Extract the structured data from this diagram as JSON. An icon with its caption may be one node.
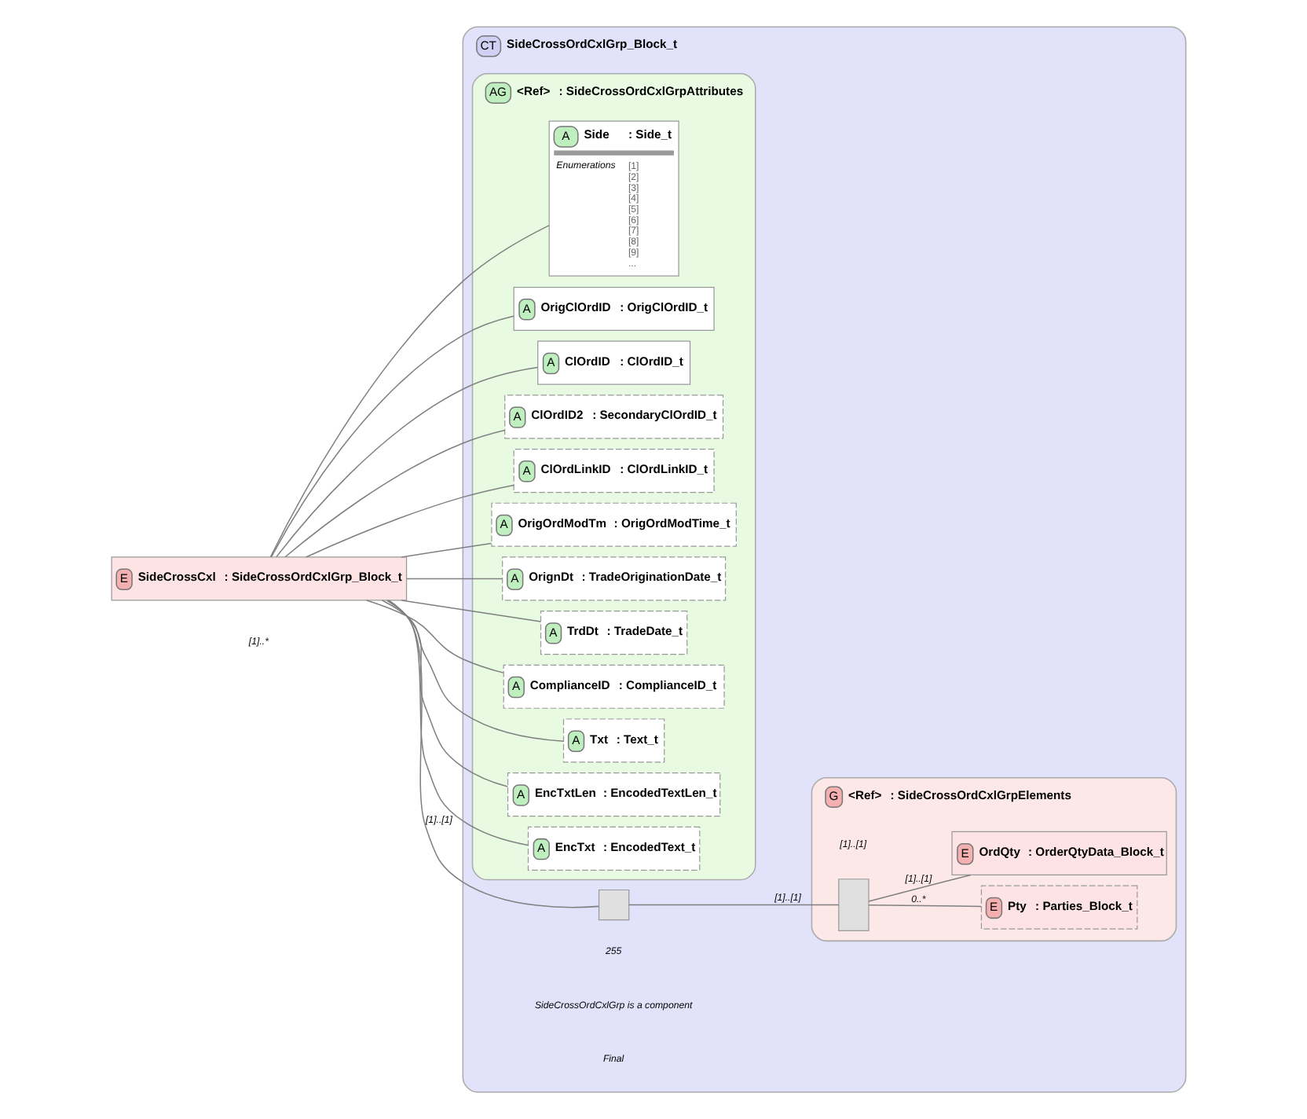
{
  "diagram": {
    "nodes": [
      {
        "text": [
          "E",
          "SideCrossCxl",
          ": SideCrossOrdCxlGrp_Block_t"
        ],
        "beside": [
          "[1]..*"
        ]
      },
      {
        "text": [
          "CT",
          "SideCrossOrdCxlGrp_Block_t"
        ]
      },
      {
        "text": [
          "AG",
          "<Ref>",
          ": SideCrossOrdCxlGrpAttributes"
        ],
        "in": 1
      },
      {
        "text": [
          "A",
          "Side",
          ": Side_t",
          "Enumerations",
          "[1]",
          "[2]",
          "[3]",
          "[4]",
          "[5]",
          "[6]",
          "[7]",
          "[8]",
          "[9]",
          "..."
        ],
        "in": 2
      },
      {
        "text": [
          "A",
          "OrigClOrdID",
          ": OrigClOrdID_t"
        ],
        "in": 2
      },
      {
        "text": [
          "A",
          "ClOrdID",
          ": ClOrdID_t"
        ],
        "in": 2
      },
      {
        "text": [
          "A",
          "ClOrdID2",
          ": SecondaryClOrdID_t"
        ],
        "in": 2
      },
      {
        "text": [
          "A",
          "ClOrdLinkID",
          ": ClOrdLinkID_t"
        ],
        "in": 2
      },
      {
        "text": [
          "A",
          "OrigOrdModTm",
          ": OrigOrdModTime_t"
        ],
        "in": 2
      },
      {
        "text": [
          "A",
          "OrignDt",
          ": TradeOriginationDate_t"
        ],
        "in": 2
      },
      {
        "text": [
          "A",
          "TrdDt",
          ": TradeDate_t"
        ],
        "in": 2
      },
      {
        "text": [
          "A",
          "ComplianceID",
          ": ComplianceID_t"
        ],
        "in": 2
      },
      {
        "text": [
          "A",
          "Txt",
          ": Text_t"
        ],
        "in": 2
      },
      {
        "text": [
          "A",
          "EncTxtLen",
          ": EncodedTextLen_t"
        ],
        "in": 2
      },
      {
        "text": [
          "A",
          "EncTxt",
          ": EncodedText_t"
        ],
        "in": 2
      },
      {
        "text": [],
        "shape": "box",
        "in": 1
      },
      {
        "text": [
          "G",
          "<Ref>",
          ": SideCrossOrdCxlGrpElements"
        ],
        "beside": [
          "[1]..[1]"
        ],
        "in": 1
      },
      {
        "text": [],
        "shape": "box",
        "in": 16
      },
      {
        "text": [
          "E",
          "Pty",
          ": Parties_Block_t"
        ],
        "in": 16
      },
      {
        "text": [
          "E",
          "OrdQty",
          ": OrderQtyData_Block_t"
        ],
        "in": 16
      }
    ],
    "edges": [
      {
        "from": 0,
        "to": 3,
        "arrow": "none"
      },
      {
        "from": 0,
        "to": 4,
        "arrow": "none"
      },
      {
        "from": 0,
        "to": 5,
        "arrow": "none"
      },
      {
        "from": 0,
        "to": 6,
        "arrow": "none"
      },
      {
        "from": 0,
        "to": 7,
        "arrow": "none"
      },
      {
        "from": 0,
        "to": 8,
        "arrow": "none"
      },
      {
        "from": 0,
        "to": 9,
        "arrow": "none"
      },
      {
        "from": 0,
        "to": 10,
        "arrow": "none"
      },
      {
        "from": 0,
        "to": 11,
        "arrow": "none"
      },
      {
        "from": 0,
        "to": 12,
        "arrow": "none"
      },
      {
        "from": 0,
        "to": 13,
        "arrow": "none"
      },
      {
        "from": 0,
        "to": 14,
        "arrow": "none"
      },
      {
        "from": 0,
        "to": 15,
        "arrow": "none",
        "label": "[1]..[1]"
      },
      {
        "from": 15,
        "to": 17,
        "arrow": "none",
        "label": "[1]..[1]"
      },
      {
        "from": 17,
        "to": 18,
        "arrow": "none",
        "label": "0..*"
      },
      {
        "from": 17,
        "to": 19,
        "arrow": "none",
        "label": "[1]..[1]"
      }
    ],
    "labels": [
      "Final",
      "255",
      "SideCrossOrdCxlGrp is a component"
    ]
  }
}
